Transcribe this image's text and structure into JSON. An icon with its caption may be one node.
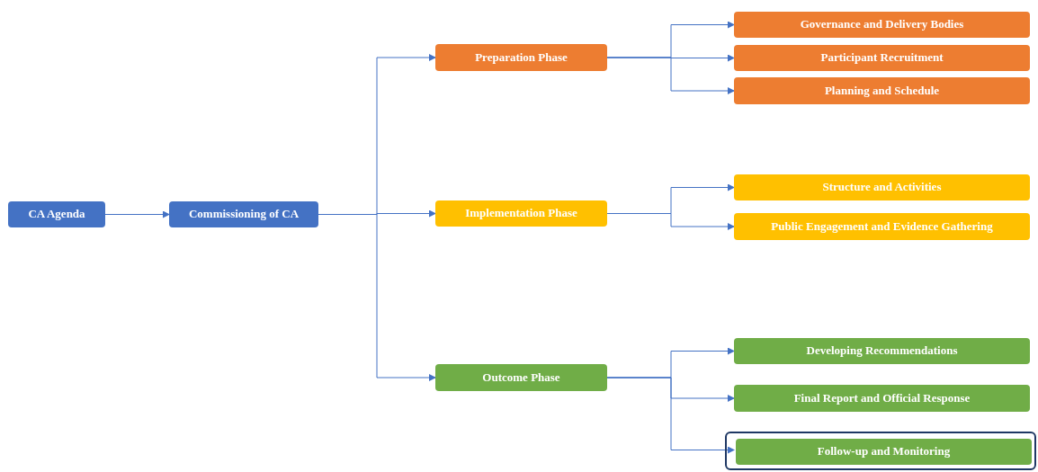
{
  "diagram": {
    "nodes": [
      {
        "text": [
          "CA Agenda"
        ]
      },
      {
        "text": [
          "Commissioning of CA"
        ]
      },
      {
        "text": [
          "Preparation Phase"
        ]
      },
      {
        "text": [
          "Governance and Delivery Bodies"
        ]
      },
      {
        "text": [
          "Participant Recruitment"
        ]
      },
      {
        "text": [
          "Planning and Schedule"
        ]
      },
      {
        "text": [
          "Implementation Phase"
        ]
      },
      {
        "text": [
          "Structure and Activities"
        ]
      },
      {
        "text": [
          "Public Engagement and Evidence Gathering"
        ]
      },
      {
        "text": [
          "Outcome Phase"
        ]
      },
      {
        "text": [
          "Developing Recommendations"
        ]
      },
      {
        "text": [
          "Final Report and Official Response"
        ]
      },
      {
        "text": [],
        "shape": "box"
      },
      {
        "text": [
          "Follow-up and Monitoring"
        ],
        "in": 12
      }
    ],
    "edges": [
      {
        "from": 0,
        "to": 1,
        "arrow": "to"
      },
      {
        "from": 1,
        "to": 2,
        "arrow": "to"
      },
      {
        "from": 1,
        "to": 6,
        "arrow": "to"
      },
      {
        "from": 1,
        "to": 9,
        "arrow": "to"
      },
      {
        "from": 2,
        "to": 3,
        "arrow": "to"
      },
      {
        "from": 2,
        "to": 4,
        "arrow": "to"
      },
      {
        "from": 2,
        "to": 5,
        "arrow": "to"
      },
      {
        "from": 6,
        "to": 7,
        "arrow": "to"
      },
      {
        "from": 6,
        "to": 8,
        "arrow": "to"
      },
      {
        "from": 9,
        "to": 10,
        "arrow": "to"
      },
      {
        "from": 9,
        "to": 11,
        "arrow": "to"
      },
      {
        "from": 9,
        "to": 13,
        "arrow": "to"
      }
    ]
  }
}
